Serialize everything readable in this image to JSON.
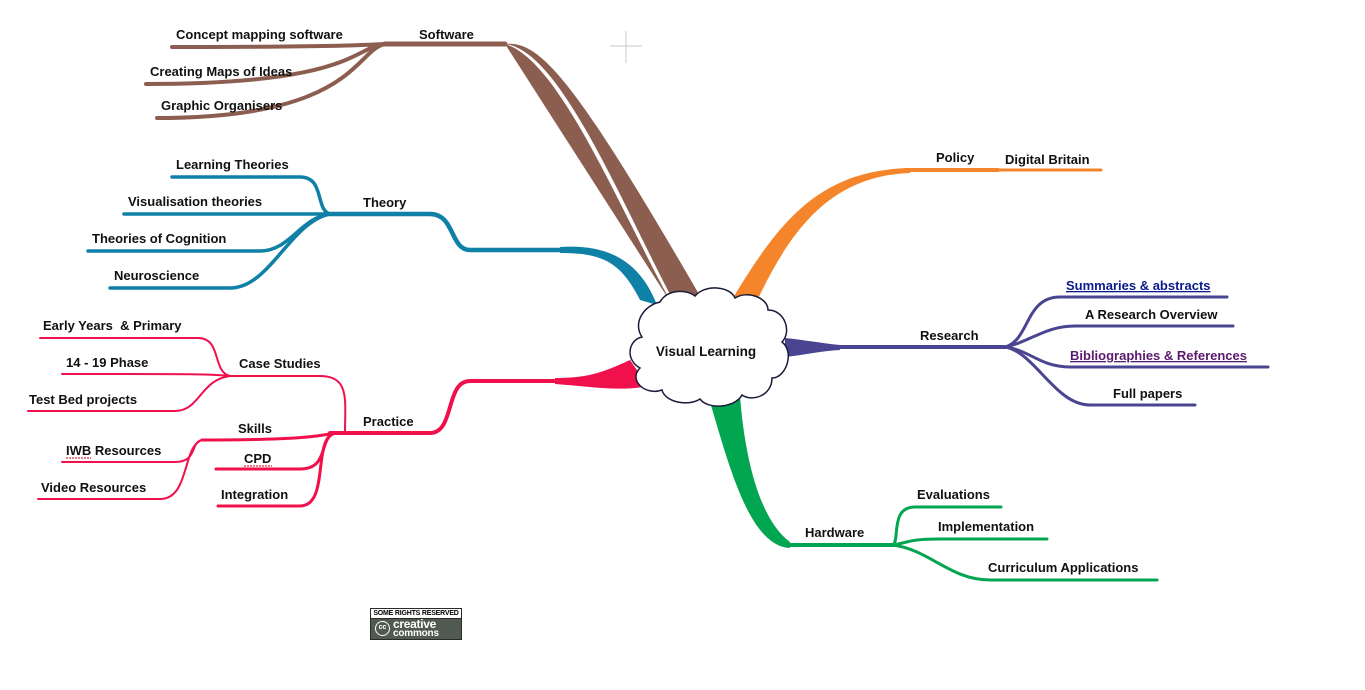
{
  "center": {
    "label": "Visual Learning"
  },
  "colors": {
    "software": "#8b5e50",
    "theory": "#0f80a6",
    "practice": "#f0104c",
    "policy": "#f5852a",
    "research": "#4a4590",
    "hardware": "#02a650",
    "link_primary": "#0b1a8c",
    "link_visited": "#5a1a6e"
  },
  "software": {
    "label": "Software",
    "children": [
      "Concept mapping software",
      "Creating Maps of Ideas",
      "Graphic Organisers"
    ]
  },
  "theory": {
    "label": "Theory",
    "children": [
      "Learning Theories",
      "Visualisation theories",
      "Theories of Cognition",
      "Neuroscience"
    ]
  },
  "practice": {
    "label": "Practice",
    "case_studies": {
      "label": "Case Studies",
      "children": [
        "Early Years  & Primary",
        "14 - 19 Phase",
        "Test Bed projects"
      ]
    },
    "skills": {
      "label": "Skills",
      "children": [
        "IWB Resources",
        "Video Resources"
      ]
    },
    "cpd": {
      "label": "CPD"
    },
    "integration": {
      "label": "Integration"
    }
  },
  "policy": {
    "label": "Policy",
    "children": [
      "Digital Britain"
    ]
  },
  "research": {
    "label": "Research",
    "children": [
      "Summaries & abstracts",
      "A Research Overview",
      "Bibliographies & References",
      "Full papers"
    ]
  },
  "hardware": {
    "label": "Hardware",
    "children": [
      "Evaluations",
      "Implementation",
      "Curriculum Applications"
    ]
  },
  "license": {
    "top_text": "SOME RIGHTS RESERVED",
    "logo_text": "cc",
    "word1": "creative",
    "word2": "commons"
  }
}
